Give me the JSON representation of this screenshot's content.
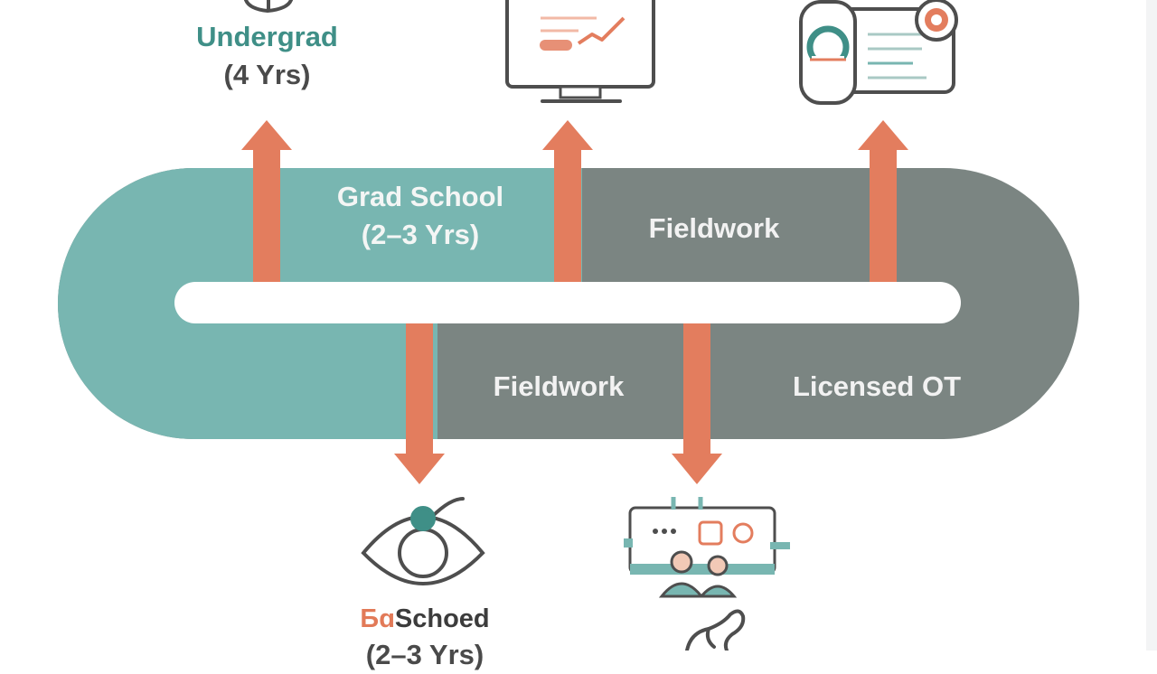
{
  "labels": {
    "undergrad_title": "Undergrad",
    "undergrad_years": "(4 Yrs)",
    "grad_title": "Grad School",
    "grad_years": "(2–3 Yrs)",
    "fieldwork_upper": "Fieldwork",
    "fieldwork_lower": "Fieldwork",
    "licensed": "Licensed OT",
    "bottom_prefix": "Ƃɑ",
    "bottom_word": "Schoed",
    "bottom_years": "(2–3 Yrs)"
  },
  "icons": [
    "graduation-cap-icon",
    "computer-monitor-icon",
    "id-card-icon",
    "eye-icon",
    "classroom-icon",
    "hand-icon"
  ],
  "colors": {
    "teal": "#78b6b1",
    "gray": "#7b8582",
    "orange": "#e37d5e",
    "band": "#ffffff",
    "outline": "#545454"
  }
}
